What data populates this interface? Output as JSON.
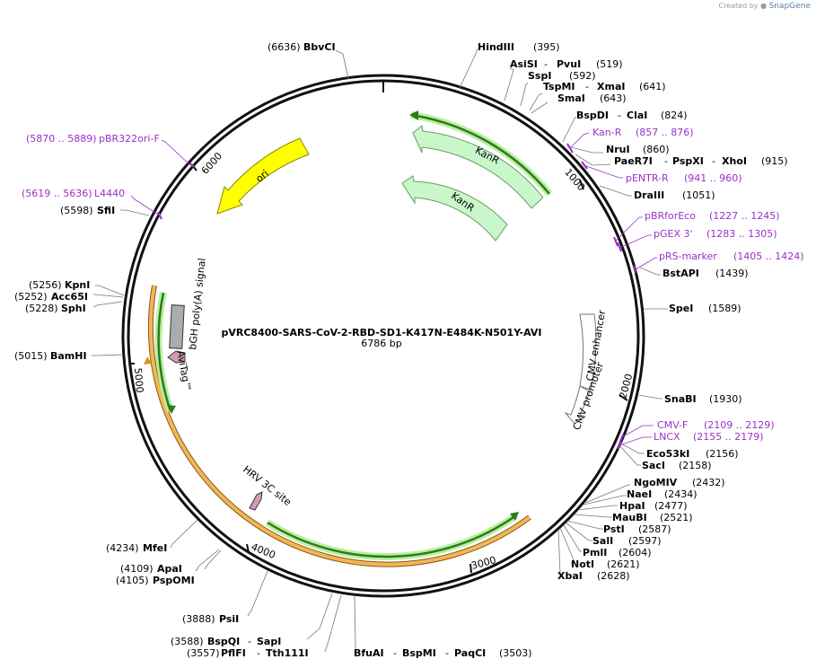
{
  "credit": {
    "prefix": "Created by",
    "brand": "SnapGene"
  },
  "plasmid": {
    "name": "pVRC8400-SARS-CoV-2-RBD-SD1-K417N-E484K-N501Y-AVI",
    "size_label": "6786 bp",
    "length": 6786
  },
  "colors": {
    "backbone": "#111111",
    "kanr": "#c9f7c9",
    "ori": "#ffff00",
    "cds_outline": "#2e8b22",
    "cds_glow": "#b8f0a0",
    "orange": "#e9a030",
    "primer": "#9b30c8",
    "polyA": "#a9adb2",
    "avitag": "#d59ab4"
  },
  "ticks": [
    "1000",
    "2000",
    "3000",
    "4000",
    "5000",
    "6000"
  ],
  "features": {
    "kanr_1": "KanR",
    "kanr_2": "KanR",
    "ori": "ori",
    "cmv_enhancer": "CMV enhancer",
    "cmv_promoter": "CMV promoter",
    "polyA": "bGH poly(A) signal",
    "avitag": "AviTag™",
    "hrv": "HRV 3C site"
  },
  "sites": [
    {
      "name": "HindIII",
      "pos": "(395)"
    },
    {
      "name": "AsiSI",
      "name2": "PvuI",
      "pos": "(519)"
    },
    {
      "name": "SspI",
      "pos": "(592)"
    },
    {
      "name": "TspMI",
      "name2": "XmaI",
      "pos": "(641)"
    },
    {
      "name": "SmaI",
      "pos": "(643)"
    },
    {
      "name": "BspDI",
      "name2": "ClaI",
      "pos": "(824)"
    },
    {
      "name": "NruI",
      "pos": "(860)"
    },
    {
      "name": "PaeR7I",
      "name2": "PspXI",
      "name3": "XhoI",
      "pos": "(915)"
    },
    {
      "name": "DraIII",
      "pos": "(1051)"
    },
    {
      "name": "BstAPI",
      "pos": "(1439)"
    },
    {
      "name": "SpeI",
      "pos": "(1589)"
    },
    {
      "name": "SnaBI",
      "pos": "(1930)"
    },
    {
      "name": "Eco53kI",
      "pos": "(2156)"
    },
    {
      "name": "SacI",
      "pos": "(2158)"
    },
    {
      "name": "NgoMIV",
      "pos": "(2432)"
    },
    {
      "name": "NaeI",
      "pos": "(2434)"
    },
    {
      "name": "HpaI",
      "pos": "(2477)"
    },
    {
      "name": "MauBI",
      "pos": "(2521)"
    },
    {
      "name": "PstI",
      "pos": "(2587)"
    },
    {
      "name": "SalI",
      "pos": "(2597)"
    },
    {
      "name": "PmlI",
      "pos": "(2604)"
    },
    {
      "name": "NotI",
      "pos": "(2621)"
    },
    {
      "name": "XbaI",
      "pos": "(2628)"
    },
    {
      "name": "BfuAI",
      "name2": "BspMI",
      "name3": "PaqCI",
      "pos": "(3503)"
    },
    {
      "name": "PflFI",
      "name2": "Tth111I",
      "pos": "(3557)"
    },
    {
      "name": "BspQI",
      "name2": "SapI",
      "pos": "(3588)"
    },
    {
      "name": "PsiI",
      "pos": "(3888)"
    },
    {
      "name": "PspOMI",
      "pos": "(4105)"
    },
    {
      "name": "ApaI",
      "pos": "(4109)"
    },
    {
      "name": "MfeI",
      "pos": "(4234)"
    },
    {
      "name": "BamHI",
      "pos": "(5015)"
    },
    {
      "name": "SphI",
      "pos": "(5228)"
    },
    {
      "name": "Acc65I",
      "pos": "(5252)"
    },
    {
      "name": "KpnI",
      "pos": "(5256)"
    },
    {
      "name": "SfiI",
      "pos": "(5598)"
    },
    {
      "name": "BbvCI",
      "pos": "(6636)"
    }
  ],
  "primers": [
    {
      "name": "Kan-R",
      "range": "(857 .. 876)"
    },
    {
      "name": "pENTR-R",
      "range": "(941 .. 960)"
    },
    {
      "name": "pBRforEco",
      "range": "(1227 .. 1245)"
    },
    {
      "name": "pGEX 3'",
      "range": "(1283 .. 1305)"
    },
    {
      "name": "pRS-marker",
      "range": "(1405 .. 1424)"
    },
    {
      "name": "CMV-F",
      "range": "(2109 .. 2129)"
    },
    {
      "name": "LNCX",
      "range": "(2155 .. 2179)"
    },
    {
      "name": "L4440",
      "range": "(5619 .. 5636)"
    },
    {
      "name": "pBR322ori-F",
      "range": "(5870 .. 5889)"
    }
  ]
}
